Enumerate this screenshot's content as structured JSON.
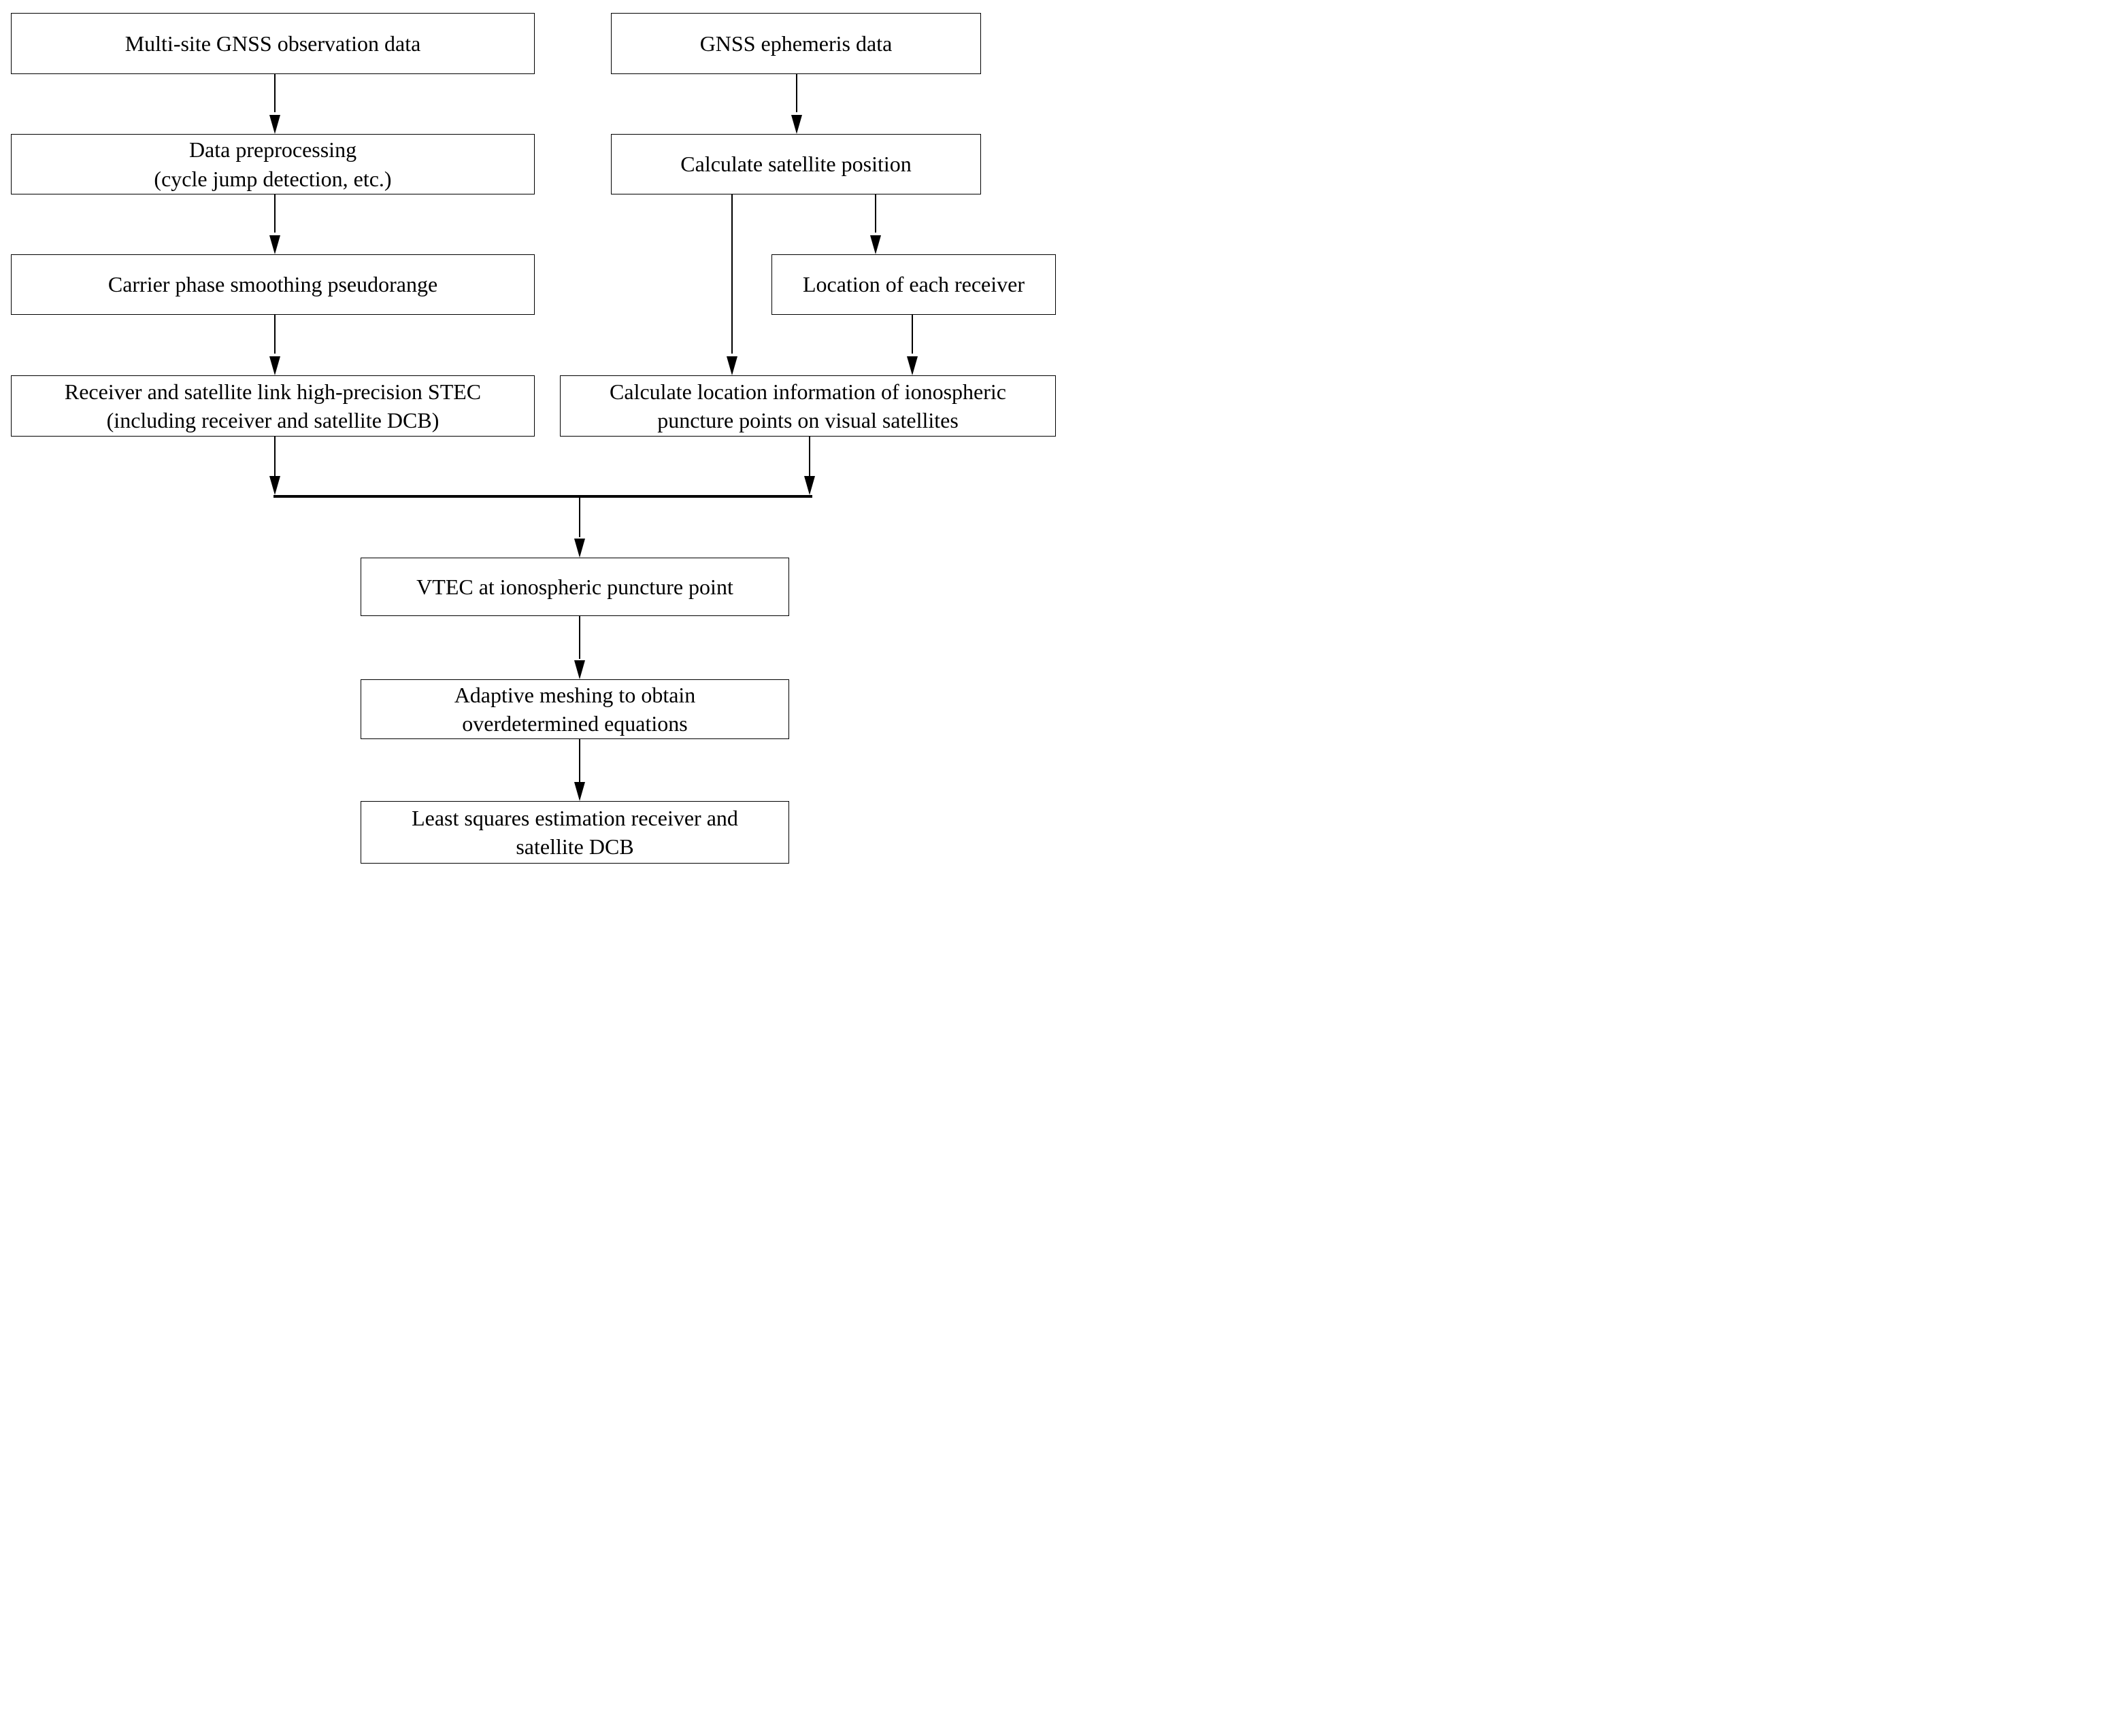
{
  "diagram": {
    "type": "flowchart",
    "colors": {
      "background": "#ffffff",
      "box_border": "#000000",
      "line": "#000000",
      "text": "#000000"
    },
    "nodes": {
      "multi_site": {
        "line1": "Multi-site GNSS observation data"
      },
      "preprocessing": {
        "line1": "Data preprocessing",
        "line2": "(cycle jump detection, etc.)"
      },
      "carrier": {
        "line1": "Carrier phase smoothing pseudorange"
      },
      "stec": {
        "line1": "Receiver and satellite link high-precision STEC",
        "line2": "(including receiver and satellite DCB)"
      },
      "ephemeris": {
        "line1": "GNSS ephemeris data"
      },
      "satpos": {
        "line1": "Calculate satellite position"
      },
      "receiver_loc": {
        "line1": "Location of each receiver"
      },
      "puncture_loc": {
        "line1": "Calculate location information of ionospheric",
        "line2": "puncture points on visual satellites"
      },
      "vtec": {
        "line1": "VTEC at ionospheric puncture point"
      },
      "meshing": {
        "line1": "Adaptive meshing to obtain",
        "line2": "overdetermined equations"
      },
      "least_squares": {
        "line1": "Least squares estimation receiver and",
        "line2": "satellite DCB"
      }
    }
  }
}
